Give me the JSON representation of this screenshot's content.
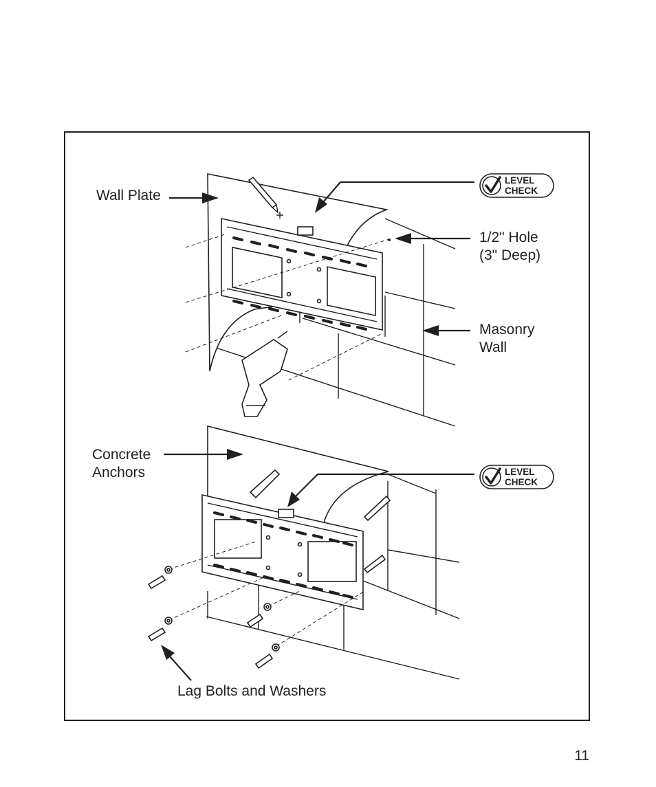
{
  "labels": {
    "wall_plate": "Wall Plate",
    "hole_line1": "1/2\" Hole",
    "hole_line2": "(3\" Deep)",
    "masonry_line1": "Masonry",
    "masonry_line2": "Wall",
    "anchors_line1": "Concrete",
    "anchors_line2": "Anchors",
    "bolts": "Lag Bolts and Washers"
  },
  "badges": {
    "top": {
      "line1": "LEVEL",
      "line2": "CHECK"
    },
    "bottom": {
      "line1": "LEVEL",
      "line2": "CHECK"
    }
  },
  "page_number": "11"
}
